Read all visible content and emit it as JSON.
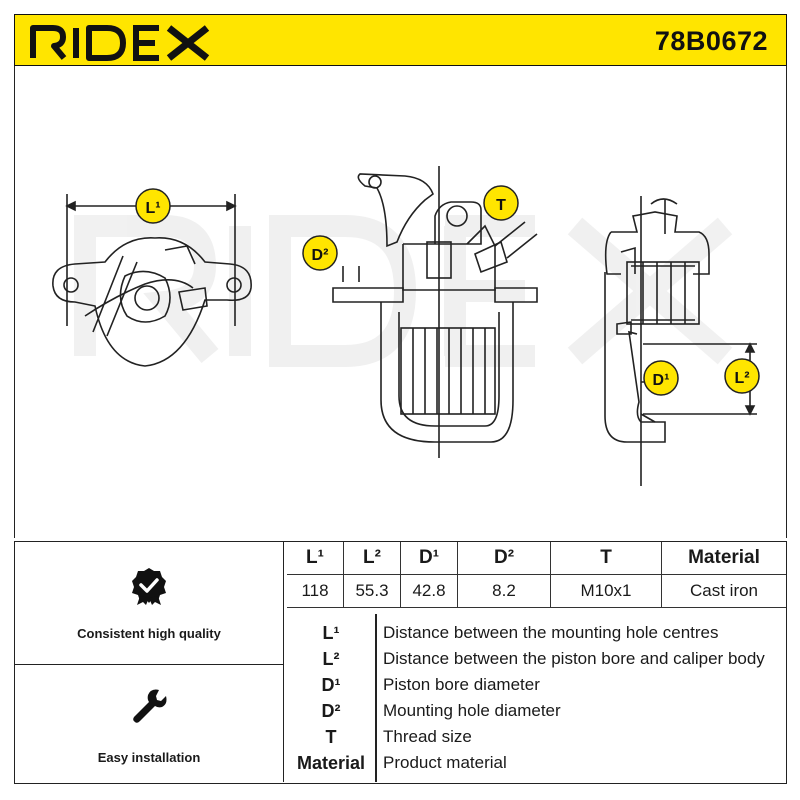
{
  "header": {
    "brand": "RIDEX",
    "part_number": "78B0672",
    "brand_color": "#111111",
    "background_color": "#ffe500"
  },
  "drawing": {
    "dimension_labels": {
      "left_view_top": "L¹",
      "middle_view_left": "D²",
      "middle_view_right": "T",
      "right_view_left": "D¹",
      "right_view_right": "L²"
    },
    "watermark": "RIDEX"
  },
  "features": [
    {
      "icon": "quality-check-badge-icon",
      "label": "Consistent high quality"
    },
    {
      "icon": "wrench-icon",
      "label": "Easy installation"
    }
  ],
  "specs": {
    "headers": [
      "L¹",
      "L²",
      "D¹",
      "D²",
      "T",
      "Material"
    ],
    "values": [
      "118",
      "55.3",
      "42.8",
      "8.2",
      "M10x1",
      "Cast iron"
    ]
  },
  "legend": [
    {
      "key": "L¹",
      "description": "Distance between the mounting hole centres"
    },
    {
      "key": "L²",
      "description": "Distance between the piston bore and caliper body"
    },
    {
      "key": "D¹",
      "description": "Piston bore diameter"
    },
    {
      "key": "D²",
      "description": "Mounting hole diameter"
    },
    {
      "key": "T",
      "description": "Thread size"
    },
    {
      "key": "Material",
      "description": "Product material"
    }
  ]
}
